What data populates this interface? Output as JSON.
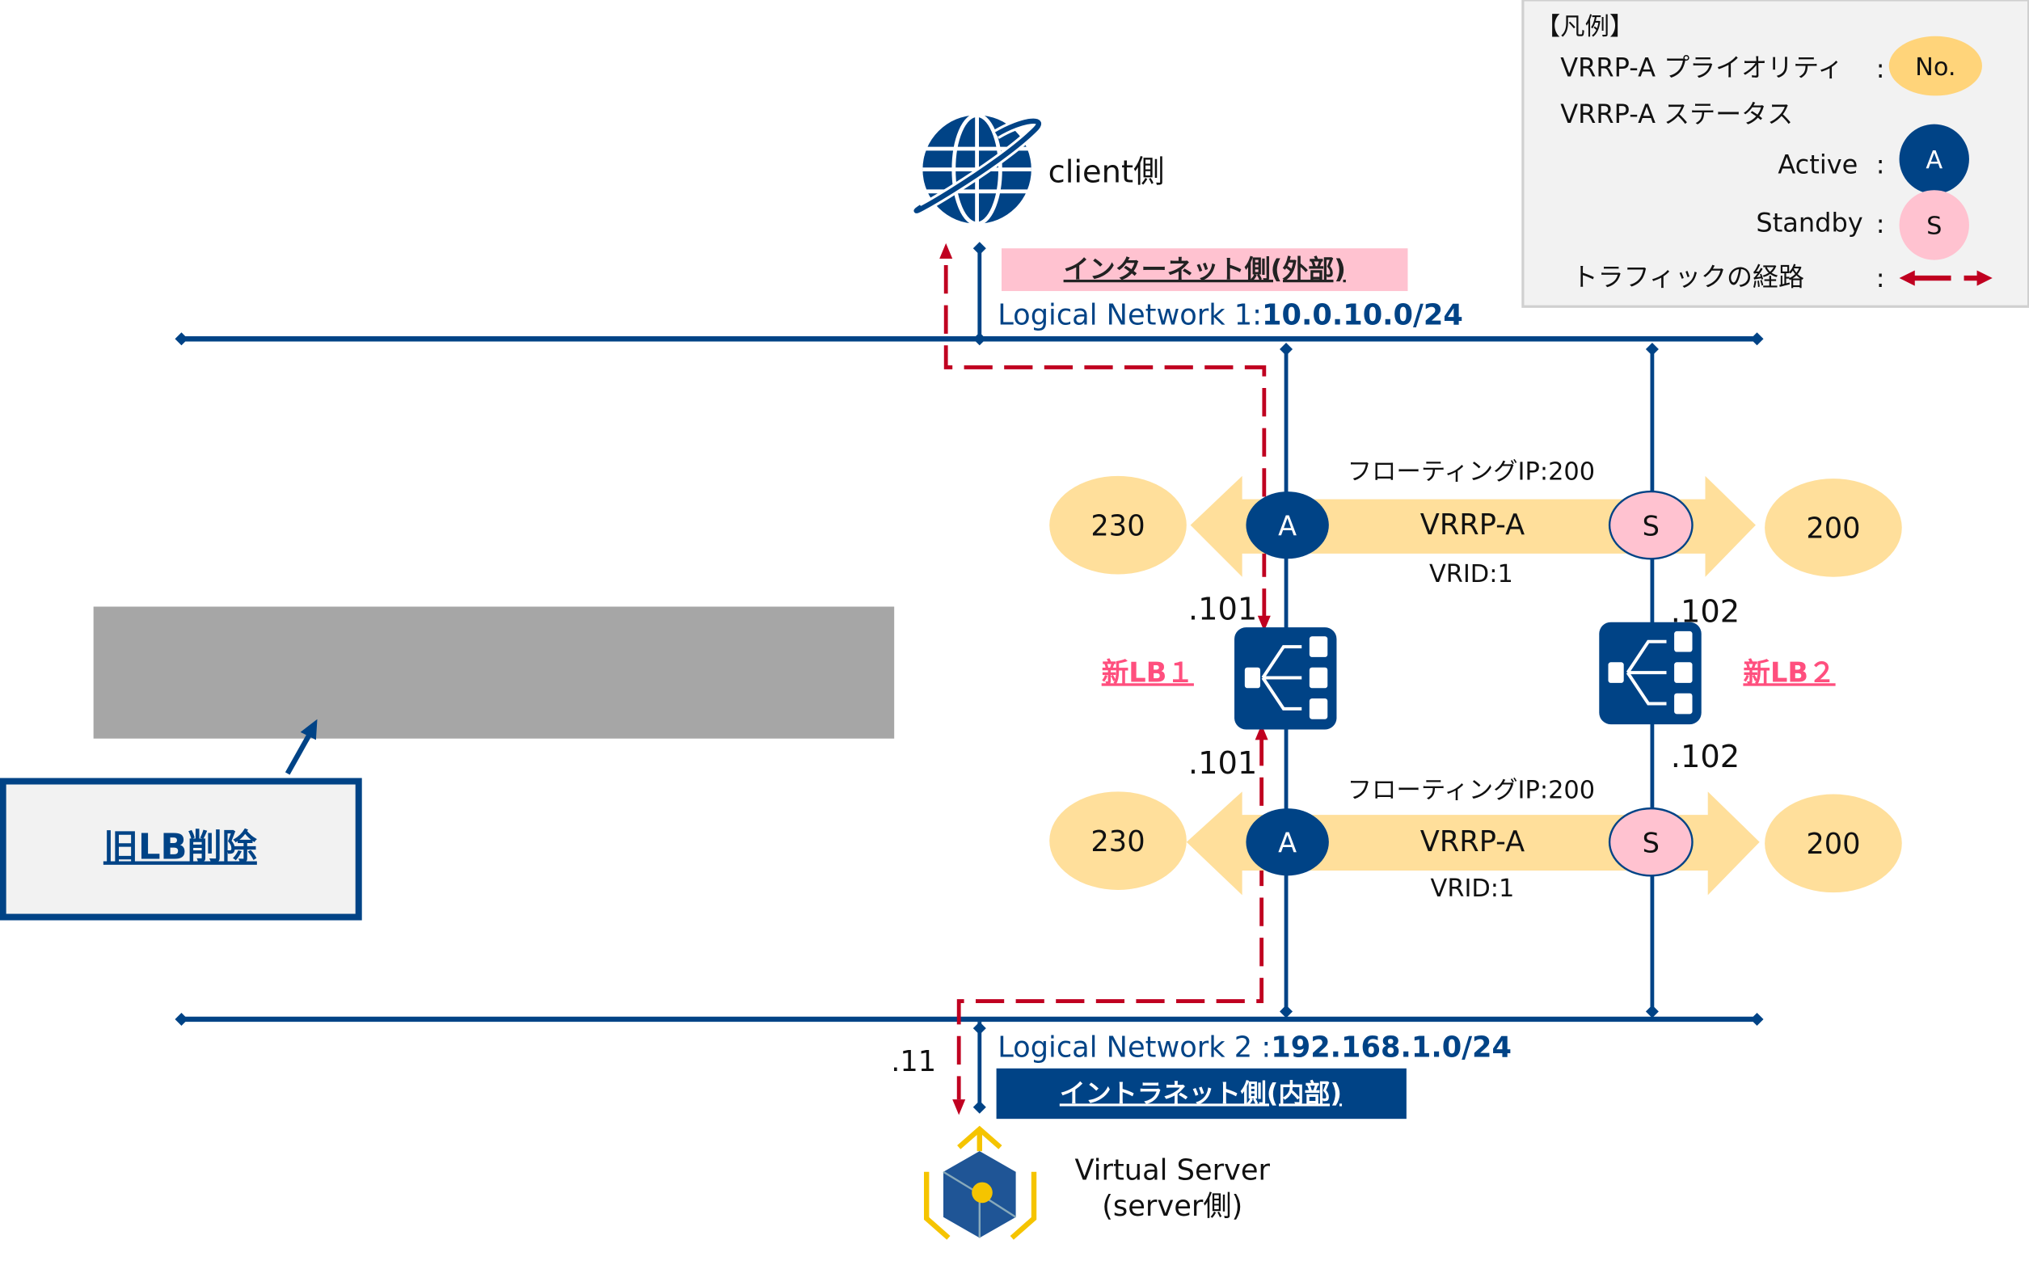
{
  "client": {
    "label": "client側"
  },
  "internet_label": "インターネット側(外部)",
  "network1": {
    "name": "Logical Network 1:",
    "cidr": "10.0.10.0/24"
  },
  "network2": {
    "name": "Logical Network 2 :",
    "cidr": "192.168.1.0/24"
  },
  "intranet_label": "イントラネット側(内部)",
  "server": {
    "line1": "Virtual Server",
    "line2": "(server側)",
    "ip": ".11"
  },
  "old_lb": {
    "label": "旧LB削除"
  },
  "lb1": {
    "label": "新LB１",
    "ip_top": ".101",
    "ip_bottom": ".101"
  },
  "lb2": {
    "label": "新LB２",
    "ip_top": ".102",
    "ip_bottom": ".102"
  },
  "vrrp_top": {
    "floating_ip": "フローティングIP:200",
    "name": "VRRP-A",
    "vrid": "VRID:1",
    "priority_left": "230",
    "priority_right": "200",
    "status_left": "A",
    "status_right": "S"
  },
  "vrrp_bottom": {
    "floating_ip": "フローティングIP:200",
    "name": "VRRP-A",
    "vrid": "VRID:1",
    "priority_left": "230",
    "priority_right": "200",
    "status_left": "A",
    "status_right": "S"
  },
  "legend": {
    "title": "【凡例】",
    "priority_label": "VRRP-A プライオリティ",
    "priority_sample": "No.",
    "status_label": "VRRP-A ステータス",
    "active_label": "Active",
    "active_sample": "A",
    "standby_label": "Standby",
    "standby_sample": "S",
    "traffic_label": "トラフィックの経路",
    "colon": ":"
  },
  "colors": {
    "navy": "#004386",
    "priority": "#FFD47A",
    "standby": "#FFC2D0",
    "traffic": "#C00020",
    "lb_label": "#FF4F7E",
    "legend_bg": "#F2F2F2",
    "old_lb_gray": "#A6A6A6"
  }
}
